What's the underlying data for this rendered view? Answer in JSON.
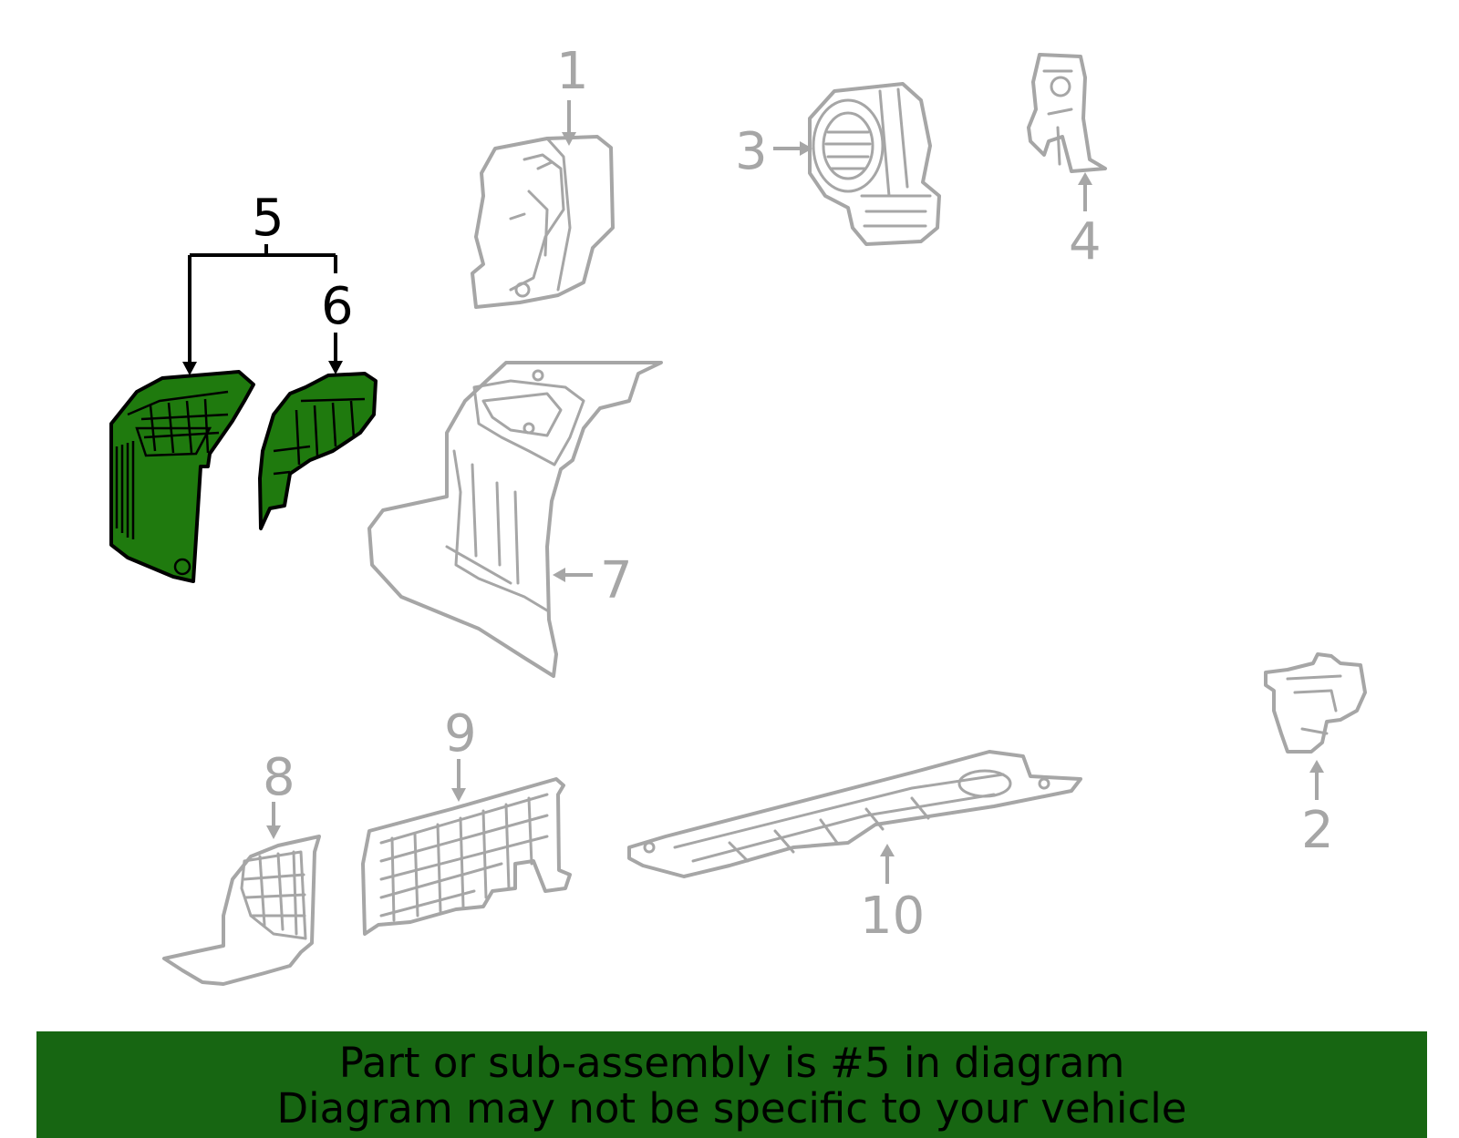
{
  "colors": {
    "highlight_fill": "#1f7a0e",
    "banner_background": "#176612",
    "part_outline": "#a6a6a6",
    "highlight_outline": "#000000"
  },
  "callouts": {
    "c1": "1",
    "c2": "2",
    "c3": "3",
    "c4": "4",
    "c5": "5",
    "c6": "6",
    "c7": "7",
    "c8": "8",
    "c9": "9",
    "c10": "10"
  },
  "highlighted_callouts": [
    "5",
    "6"
  ],
  "banner": {
    "line1": "Part or sub-assembly is #5 in diagram",
    "line2": "Diagram may not be specific to your vehicle"
  }
}
